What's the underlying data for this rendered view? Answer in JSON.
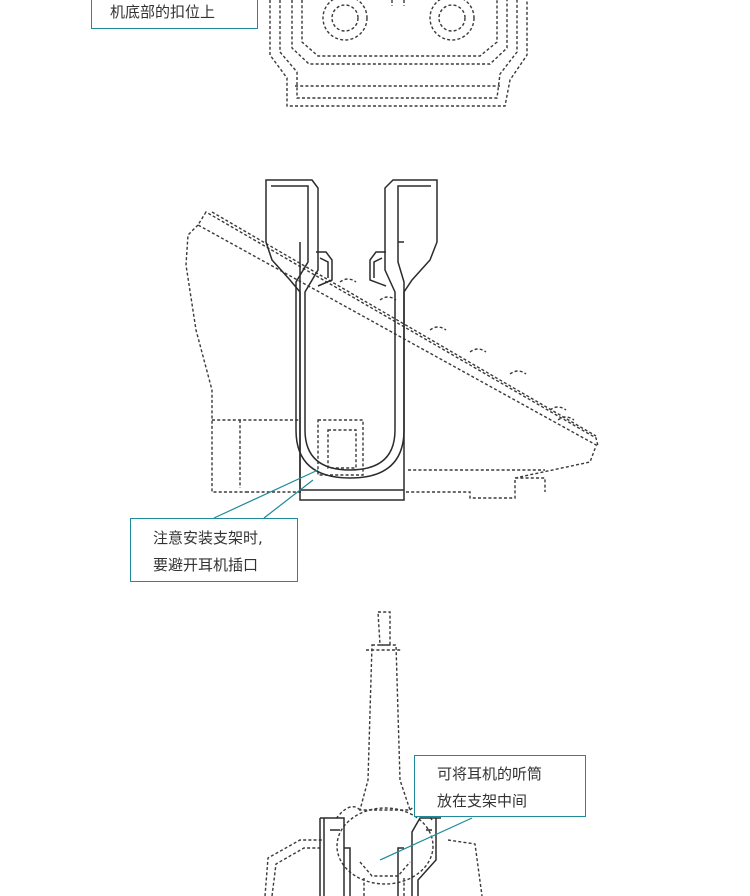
{
  "callouts": [
    {
      "lines": [
        "机底部的扣位上"
      ]
    },
    {
      "lines": [
        "注意安装支架时,",
        "要避开耳机插口"
      ]
    },
    {
      "lines": [
        "可将耳机的听筒",
        "放在支架中间"
      ]
    }
  ],
  "colors": {
    "callout_border": "#1f8a99",
    "leader_line": "#1f8a99",
    "drawing_line": "#2b2b2b",
    "text": "#333333"
  }
}
